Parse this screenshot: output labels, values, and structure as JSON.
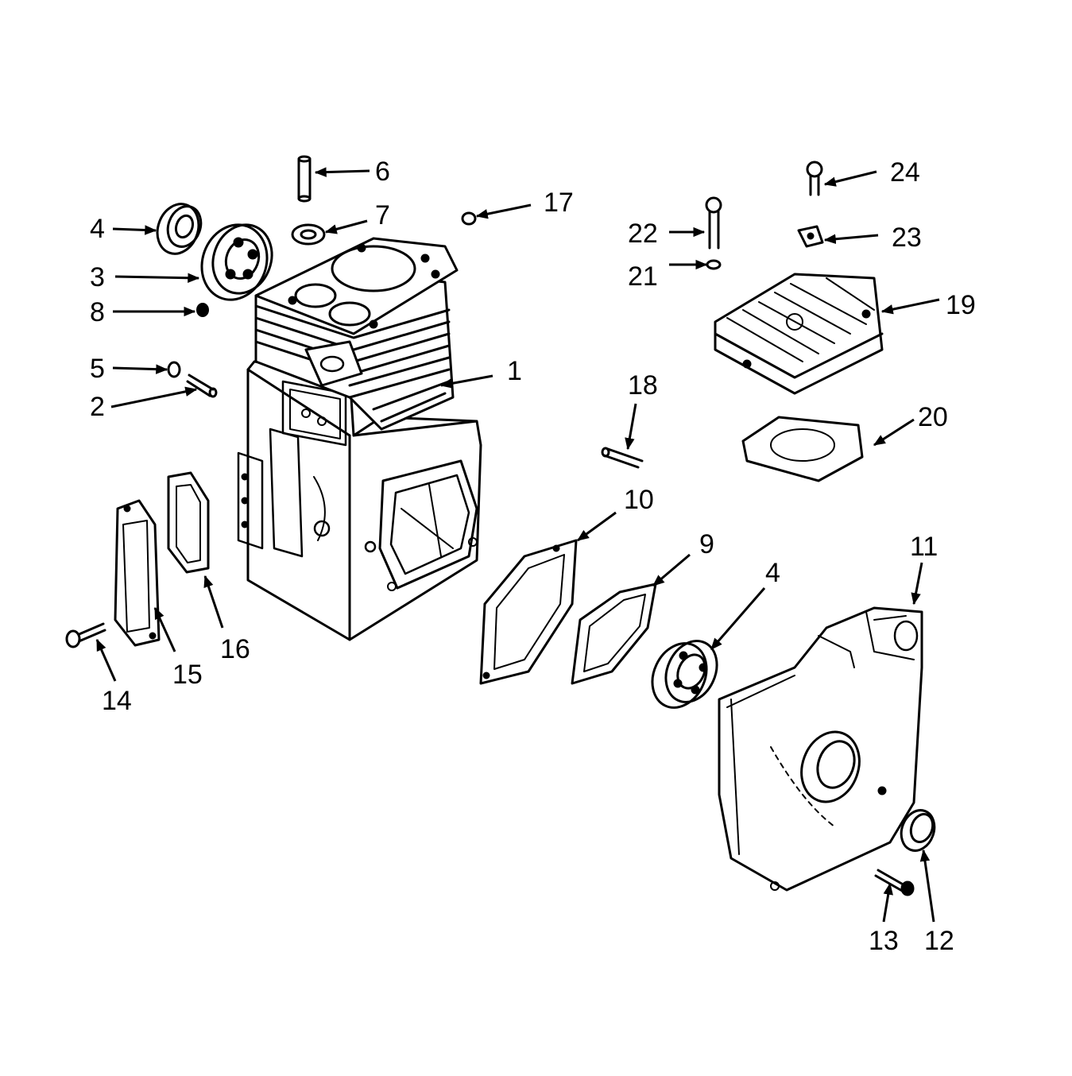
{
  "diagram": {
    "ink_color": "#000000",
    "background": "#ffffff",
    "callouts": {
      "c1": "1",
      "c2": "2",
      "c3": "3",
      "c4a": "4",
      "c4b": "4",
      "c5": "5",
      "c6": "6",
      "c7": "7",
      "c8": "8",
      "c9": "9",
      "c10": "10",
      "c11": "11",
      "c12": "12",
      "c13": "13",
      "c14": "14",
      "c15": "15",
      "c16": "16",
      "c17": "17",
      "c18": "18",
      "c19": "19",
      "c20": "20",
      "c21": "21",
      "c22": "22",
      "c23": "23",
      "c24": "24"
    }
  }
}
